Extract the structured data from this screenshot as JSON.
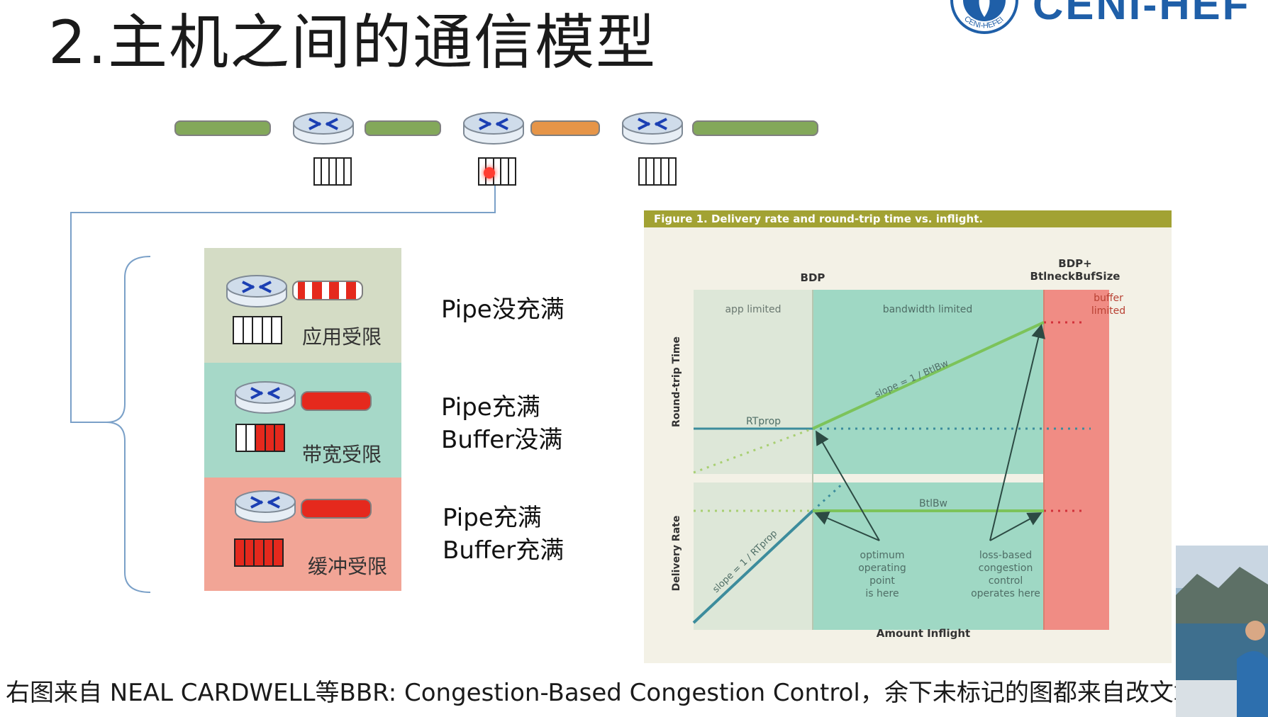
{
  "slide": {
    "title": "2.主机之间的通信模型",
    "logo_text": "CENI-HEF",
    "logo_seal_text": "CENI-HEFEI"
  },
  "states": [
    {
      "label": "应用受限",
      "description_lines": [
        "Pipe没充满"
      ],
      "bg_color": "#d4dcc5"
    },
    {
      "label": "带宽受限",
      "description_lines": [
        "Pipe充满",
        "Buffer没满"
      ],
      "bg_color": "#a6d8c8"
    },
    {
      "label": "缓冲受限",
      "description_lines": [
        "Pipe充满",
        "Buffer充满"
      ],
      "bg_color": "#f2a596"
    }
  ],
  "figure": {
    "header": "Figure 1. Delivery rate and round-trip time vs. inflight.",
    "bdp_label": "BDP",
    "bdp_plus_label_line1": "BDP+",
    "bdp_plus_label_line2": "BtlneckBufSize",
    "region_app": "app limited",
    "region_bandwidth": "bandwidth limited",
    "region_buffer_line1": "buffer",
    "region_buffer_line2": "limited",
    "ylabel_top": "Round-trip Time",
    "ylabel_bottom": "Delivery Rate",
    "xlabel": "Amount Inflight",
    "rtprop_label": "RTprop",
    "btlbw_label": "BtlBw",
    "slope_top_label": "slope = 1 / BtlBw",
    "slope_bottom_label": "slope = 1 / RTprop",
    "optimum_lines": [
      "optimum",
      "operating",
      "point",
      "is here"
    ],
    "lossbased_lines": [
      "loss-based",
      "congestion",
      "control",
      "operates here"
    ],
    "colors": {
      "app": "#dde7d8",
      "bandwidth": "#9fd8c4",
      "buffer": "#f08c84",
      "line_green": "#7cc35a",
      "line_blue": "#3c8c9c"
    }
  },
  "caption": "右图来自 NEAL CARDWELL等BBR: Congestion-Based Congestion Control，余下未标记的图都来自改文章"
}
